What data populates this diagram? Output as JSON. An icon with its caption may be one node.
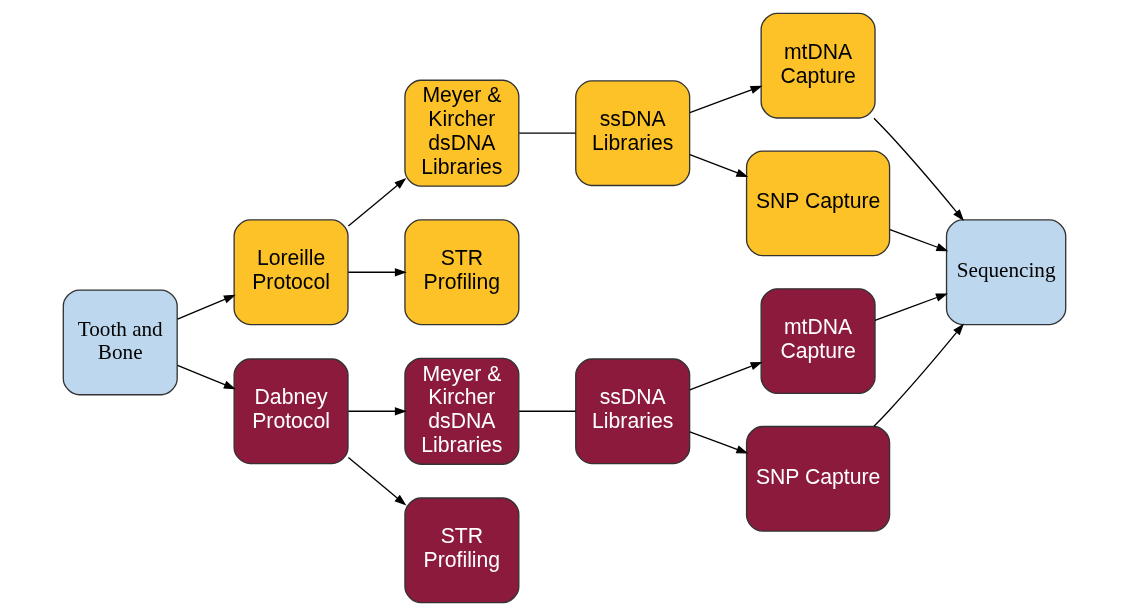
{
  "diagram": {
    "nodes": [
      {
        "text": [
          "Tooth and Bone"
        ]
      },
      {
        "text": [
          "Loreille Protocol"
        ]
      },
      {
        "text": [
          "Meyer & Kircher dsDNA Libraries"
        ]
      },
      {
        "text": [
          "ssDNA Libraries"
        ]
      },
      {
        "text": [
          "STR Profiling"
        ]
      },
      {
        "text": [
          "mtDNA Capture"
        ]
      },
      {
        "text": [
          "SNP Capture"
        ]
      },
      {
        "text": [
          "Sequencing"
        ]
      },
      {
        "text": [
          "Dabney Protocol"
        ]
      },
      {
        "text": [
          "Meyer & Kircher dsDNA Libraries"
        ]
      },
      {
        "text": [
          "ssDNA Libraries"
        ]
      },
      {
        "text": [
          "mtDNA Capture"
        ]
      },
      {
        "text": [
          "SNP Capture"
        ]
      },
      {
        "text": [
          "STR Profiling"
        ]
      }
    ],
    "edges": [
      {
        "from": 0,
        "to": 1,
        "arrow": "to"
      },
      {
        "from": 0,
        "to": 8,
        "arrow": "to"
      },
      {
        "from": 1,
        "to": 2,
        "arrow": "to"
      },
      {
        "from": 1,
        "to": 4,
        "arrow": "to"
      },
      {
        "from": 2,
        "to": 3,
        "arrow": "none"
      },
      {
        "from": 3,
        "to": 5,
        "arrow": "to"
      },
      {
        "from": 3,
        "to": 6,
        "arrow": "to"
      },
      {
        "from": 5,
        "to": 7,
        "arrow": "to"
      },
      {
        "from": 6,
        "to": 7,
        "arrow": "to"
      },
      {
        "from": 8,
        "to": 9,
        "arrow": "to"
      },
      {
        "from": 8,
        "to": 13,
        "arrow": "to"
      },
      {
        "from": 9,
        "to": 10,
        "arrow": "none"
      },
      {
        "from": 10,
        "to": 11,
        "arrow": "to"
      },
      {
        "from": 10,
        "to": 12,
        "arrow": "to"
      },
      {
        "from": 11,
        "to": 7,
        "arrow": "to"
      },
      {
        "from": 12,
        "to": 7,
        "arrow": "to"
      }
    ]
  }
}
